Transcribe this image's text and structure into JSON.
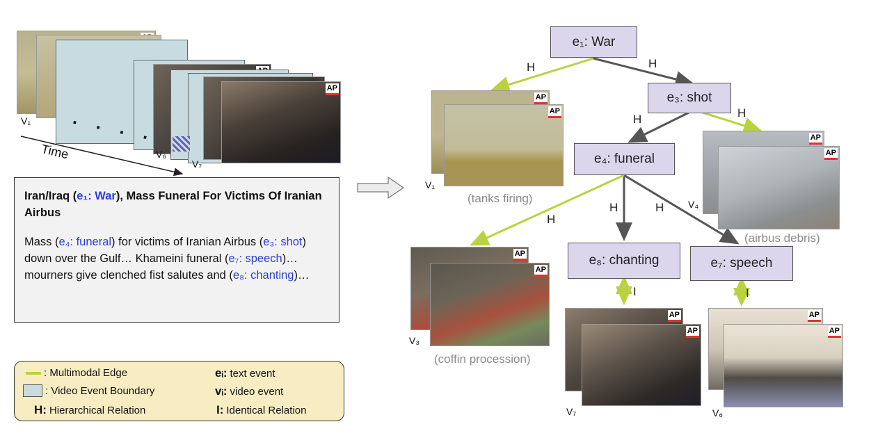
{
  "time_label": "Time",
  "dots": ". . . .",
  "video_stack_labels": {
    "v1": "V₁",
    "v6": "V₆",
    "v7": "V₇"
  },
  "ap_logo": "AP",
  "article": {
    "headline_prefix": "Iran/Iraq (",
    "headline_event": "e₁: War",
    "headline_suffix": "), Mass Funeral For Victims Of Iranian Airbus",
    "body_1": "Mass (",
    "body_e4": "e₄: funeral",
    "body_2": ") for victims of Iranian Airbus (",
    "body_e3": "e₃: shot",
    "body_3": ") down over the Gulf… Khameini funeral (",
    "body_e7": "e₇: speech",
    "body_4": ")…mourners give clenched fist salutes and (",
    "body_e8": "e₈: chanting",
    "body_5": ")…"
  },
  "legend": {
    "multimodal_edge": ": Multimodal Edge",
    "video_event_boundary": ": Video Event Boundary",
    "h_key": "H:",
    "h_label": "Hierarchical Relation",
    "ei_key": "eᵢ:",
    "ei_label": "text event",
    "vi_key": "vᵢ:",
    "vi_label": "video event",
    "i_key": "I:",
    "i_label": "Identical Relation"
  },
  "nodes": {
    "e1": "e₁: War",
    "e3": "e₃: shot",
    "e4": "e₄: funeral",
    "e8": "e₈: chanting",
    "e7": "e₇: speech"
  },
  "edge_labels": {
    "h": "H",
    "i": "I"
  },
  "videos": {
    "v1": {
      "label": "V₁",
      "caption": "(tanks firing)"
    },
    "v4": {
      "label": "V₄",
      "caption": "(airbus debris)"
    },
    "v3": {
      "label": "V₃",
      "caption": "(coffin procession)"
    },
    "v7": {
      "label": "V₇",
      "caption": ""
    },
    "v6": {
      "label": "V₆",
      "caption": ""
    }
  },
  "colors": {
    "multimodal_edge": "#b9d23f",
    "hierarchical_edge": "#555555",
    "node_fill": "#dcd6ec",
    "legend_fill": "#f8ecc3",
    "event_text": "#2a3fd6"
  }
}
